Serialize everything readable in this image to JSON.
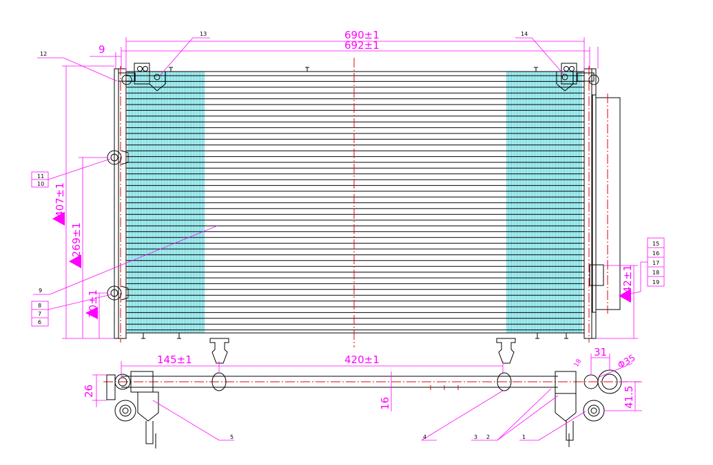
{
  "colors": {
    "outline": "#000000",
    "dimension": "#ff00ff",
    "centerline": "#e00000",
    "fins": "#20c8d0",
    "background": "#ffffff"
  },
  "dimensions": {
    "overall_core": "690±1",
    "overall_total": "692±1",
    "offset_left": "9",
    "height_total": "407±1",
    "mount_spacing": "269±1",
    "lower_mount": "70±1",
    "drier_height": "42±1",
    "pipe_left": "145±1",
    "pipe_span": "420±1",
    "pipe_offset": "16",
    "bracket_height": "26",
    "fitting_spacing": "31",
    "fitting_height": "41.5",
    "fitting_diameter": "Φ35",
    "fitting_small": "18"
  },
  "callouts": [
    "1",
    "2",
    "3",
    "4",
    "5",
    "6",
    "7",
    "8",
    "9",
    "10",
    "11",
    "12",
    "13",
    "14",
    "15",
    "16",
    "17",
    "18",
    "19"
  ]
}
